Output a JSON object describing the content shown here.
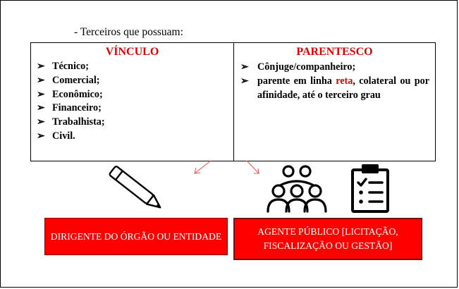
{
  "intro": "- Terceiros que possuam:",
  "vinculo": {
    "title": "VÍNCULO",
    "items": [
      "Técnico;",
      "Comercial;",
      "Econômico;",
      "Financeiro;",
      "Trabalhista;",
      "Civil."
    ]
  },
  "parentesco": {
    "title": "PARENTESCO",
    "item1": "Cônjuge/companheiro;",
    "item2_before": "parente em linha ",
    "item2_highlight": "reta",
    "item2_after": ", colateral ou por afinidade, até o terceiro grau"
  },
  "bullet": "➢",
  "boxes": {
    "left": "DIRIGENTE DO ÓRGÃO OU ENTIDADE",
    "right": "AGENTE PÚBLICO [LICITAÇÃO, FISCALIZAÇÃO OU GESTÃO]"
  },
  "colors": {
    "accent": "#e00000",
    "box": "#ff0000",
    "box_border": "#7a1010"
  },
  "icons": [
    "pen-icon",
    "people-group-icon",
    "checklist-clipboard-icon"
  ]
}
